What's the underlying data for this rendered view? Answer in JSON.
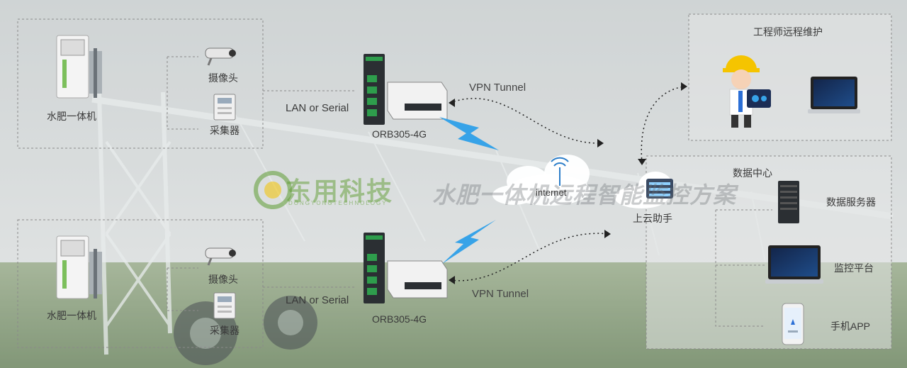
{
  "colors": {
    "sky": "#c7cdce",
    "field": "#6f8a5f",
    "box_border": "#8a8a8a",
    "lightning": "#37a3e8",
    "router_body": "#f2f2f2",
    "router_green": "#2e9d4c",
    "cloud": "#ffffff",
    "logo_green": "#5f9d33"
  },
  "watermark": {
    "brand": "东用科技",
    "brand_en": "DONGYONGTECHNOLOGY",
    "slogan": "水肥一体机远程智能监控方案"
  },
  "site_top": {
    "machine_label": "水肥一体机",
    "camera_label": "摄像头",
    "collector_label": "采集器",
    "link_label": "LAN or Serial",
    "router_label": "ORB305-4G",
    "tunnel_label": "VPN Tunnel"
  },
  "site_bottom": {
    "machine_label": "水肥一体机",
    "camera_label": "摄像头",
    "collector_label": "采集器",
    "link_label": "LAN or Serial",
    "router_label": "ORB305-4G",
    "tunnel_label": "VPN Tunnel"
  },
  "internet_label": "internet",
  "cloud_service_label": "上云助手",
  "engineer_box": {
    "title": "工程师远程维护"
  },
  "datacenter_box": {
    "title": "数据中心",
    "server_label": "数据服务器",
    "platform_label": "监控平台",
    "app_label": "手机APP"
  },
  "icons": {
    "machine": "fertigation-machine-icon",
    "camera": "camera-icon",
    "collector": "collector-icon",
    "router": "router-icon",
    "lightning": "wireless-signal-icon",
    "cloud": "cloud-icon",
    "engineer": "engineer-icon",
    "laptop": "laptop-icon",
    "server": "server-icon",
    "phone": "phone-icon"
  }
}
